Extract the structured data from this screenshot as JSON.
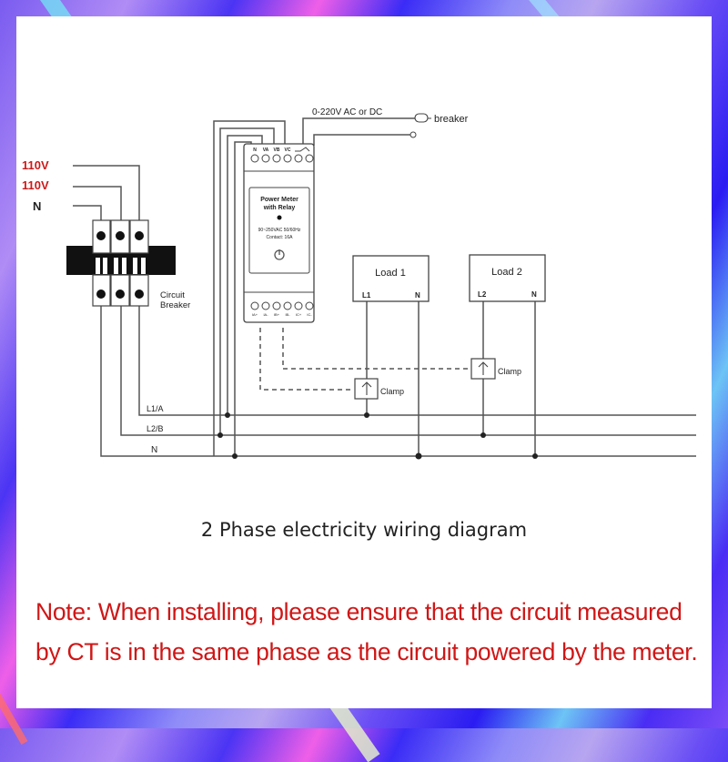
{
  "title": "2 Phase electricity wiring diagram",
  "note": {
    "line1": "Note: When installing, please ensure that the circuit measured",
    "line2": "by CT is in the same phase as the circuit powered by the meter."
  },
  "colors": {
    "note_text": "#d01616",
    "voltage_label": "#cc1a1a",
    "wire": "#555555"
  },
  "supply": {
    "label_110v_1": "110V",
    "label_110v_2": "110V",
    "label_n": "N"
  },
  "breaker": {
    "label_line1": "Circuit",
    "label_line2": "Breaker"
  },
  "meter": {
    "title_line1": "Power Meter",
    "title_line2": "with Relay",
    "spec": "90~250VAC 50/60Hz",
    "contact": "Contact: 16A",
    "top_terminals": [
      "N",
      "VA",
      "VB",
      "VC",
      "",
      ""
    ],
    "bottom_terminals": [
      "IA+",
      "IA-",
      "IB+",
      "IB-",
      "IC+",
      "IC-"
    ],
    "power_icon": "power-icon",
    "relay_icon": "relay-switch-icon"
  },
  "relay_circuit": {
    "supply_label": "0-220V AC or DC",
    "breaker_label": "breaker"
  },
  "loads": [
    {
      "name": "Load 1",
      "line": "L1",
      "neutral": "N"
    },
    {
      "name": "Load 2",
      "line": "L2",
      "neutral": "N"
    }
  ],
  "clamps": [
    {
      "label": "Clamp",
      "icon": "arrow-up-icon"
    },
    {
      "label": "Clamp",
      "icon": "arrow-up-icon"
    }
  ],
  "bus": {
    "l1": "L1/A",
    "l2": "L2/B",
    "n": "N"
  }
}
